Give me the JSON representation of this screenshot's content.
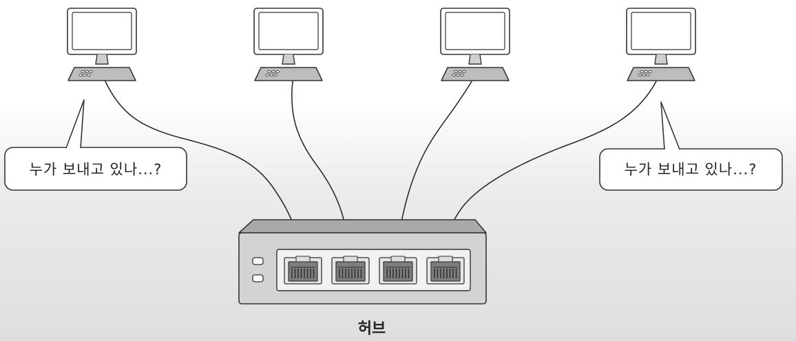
{
  "diagram": {
    "computers": [
      {
        "name": "computer-1"
      },
      {
        "name": "computer-2"
      },
      {
        "name": "computer-3"
      },
      {
        "name": "computer-4"
      }
    ],
    "bubbles": {
      "left": "누가 보내고 있나...?",
      "right": "누가 보내고 있나...?"
    },
    "hub": {
      "label": "허브",
      "port_count": 4,
      "led_count": 2
    },
    "colors": {
      "outline": "#333333",
      "monitor_fill": "#ffffff",
      "base_fill": "#bdbdbd",
      "hub_fill": "#d2d2d2",
      "hub_top": "#a8a8a8",
      "port_fill": "#7d7d7d"
    }
  }
}
